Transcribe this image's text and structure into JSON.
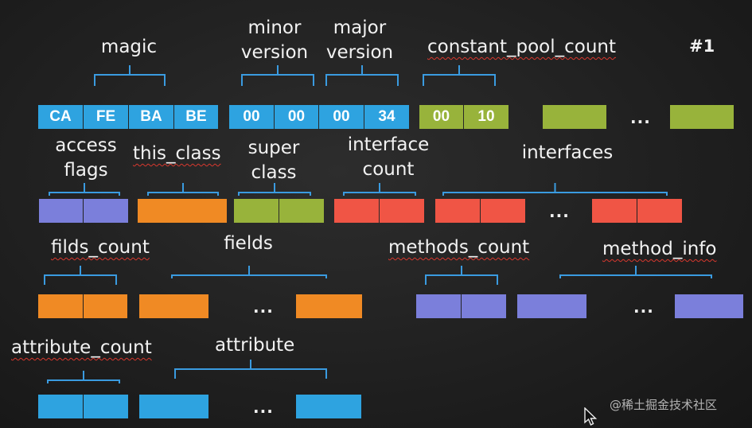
{
  "colors": {
    "cyan": "#2ea3e0",
    "olive": "#98b33b",
    "purple": "#7b7fdb",
    "orange": "#f08a24",
    "red": "#f05545"
  },
  "corner_label": "#1",
  "ellipsis": "...",
  "watermark": "@稀土掘金技术社区",
  "rows": [
    {
      "labels": [
        {
          "lines": [
            "magic"
          ]
        },
        {
          "lines": [
            "minor",
            "version"
          ]
        },
        {
          "lines": [
            "major",
            "version"
          ]
        },
        {
          "lines": [
            "constant_pool_count"
          ]
        }
      ],
      "cells": [
        {
          "text": "CA",
          "color": "cyan"
        },
        {
          "text": "FE",
          "color": "cyan"
        },
        {
          "text": "BA",
          "color": "cyan"
        },
        {
          "text": "BE",
          "color": "cyan"
        },
        {
          "text": "00",
          "color": "cyan"
        },
        {
          "text": "00",
          "color": "cyan"
        },
        {
          "text": "00",
          "color": "cyan"
        },
        {
          "text": "34",
          "color": "cyan"
        },
        {
          "text": "00",
          "color": "olive"
        },
        {
          "text": "10",
          "color": "olive"
        },
        {
          "text": "",
          "color": "olive"
        },
        {
          "text": "",
          "color": "olive"
        }
      ]
    },
    {
      "labels": [
        {
          "lines": [
            "access",
            "flags"
          ]
        },
        {
          "lines": [
            "this_class"
          ]
        },
        {
          "lines": [
            "super",
            "class"
          ]
        },
        {
          "lines": [
            "interface",
            "count"
          ]
        },
        {
          "lines": [
            "interfaces"
          ]
        }
      ],
      "cells": [
        {
          "text": "",
          "color": "purple"
        },
        {
          "text": "",
          "color": "purple"
        },
        {
          "text": "",
          "color": "orange"
        },
        {
          "text": "",
          "color": "olive"
        },
        {
          "text": "",
          "color": "olive"
        },
        {
          "text": "",
          "color": "red"
        },
        {
          "text": "",
          "color": "red"
        },
        {
          "text": "",
          "color": "red"
        },
        {
          "text": "",
          "color": "red"
        },
        {
          "text": "",
          "color": "red"
        },
        {
          "text": "",
          "color": "red"
        }
      ]
    },
    {
      "labels": [
        {
          "lines": [
            "filds_count"
          ]
        },
        {
          "lines": [
            "fields"
          ]
        },
        {
          "lines": [
            "methods_count"
          ]
        },
        {
          "lines": [
            "method_info"
          ]
        }
      ],
      "cells": [
        {
          "text": "",
          "color": "orange"
        },
        {
          "text": "",
          "color": "orange"
        },
        {
          "text": "",
          "color": "orange"
        },
        {
          "text": "",
          "color": "orange"
        },
        {
          "text": "",
          "color": "purple"
        },
        {
          "text": "",
          "color": "purple"
        },
        {
          "text": "",
          "color": "purple"
        },
        {
          "text": "",
          "color": "purple"
        }
      ]
    },
    {
      "labels": [
        {
          "lines": [
            "attribute_count"
          ]
        },
        {
          "lines": [
            "attribute"
          ]
        }
      ],
      "cells": [
        {
          "text": "",
          "color": "cyan"
        },
        {
          "text": "",
          "color": "cyan"
        },
        {
          "text": "",
          "color": "cyan"
        },
        {
          "text": "",
          "color": "cyan"
        }
      ]
    }
  ]
}
